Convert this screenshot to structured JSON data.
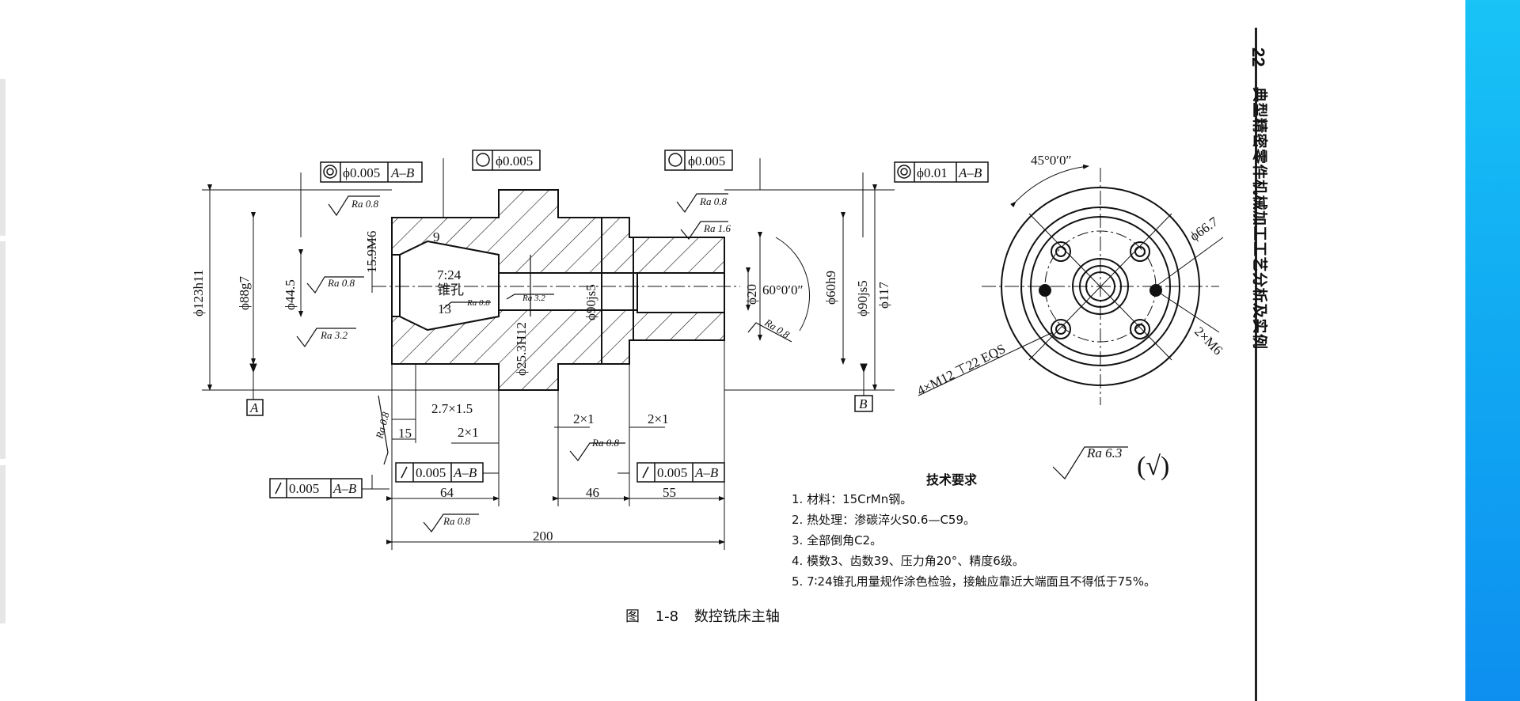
{
  "page": {
    "number": "22",
    "running_head": "典型精密零件机械加工工艺分析及实例"
  },
  "figure": {
    "caption": "图 1-8   数控铣床主轴"
  },
  "tolerances": {
    "fcf_left_top": {
      "value": "ϕ0.005",
      "datum": "A–B"
    },
    "fcf_circ1": {
      "value": "ϕ0.005"
    },
    "fcf_circ2": {
      "value": "ϕ0.005"
    },
    "fcf_right_top": {
      "value": "ϕ0.01",
      "datum": "A–B"
    },
    "fcf_runout1": {
      "value": "0.005",
      "datum": "A–B"
    },
    "fcf_runout2": {
      "value": "0.005",
      "datum": "A–B"
    },
    "fcf_runout3": {
      "value": "0.005",
      "datum": "A–B"
    }
  },
  "datums": {
    "a": "A",
    "b": "B"
  },
  "roughness": {
    "ra08": "Ra 0.8",
    "ra16": "Ra 1.6",
    "ra32": "Ra 3.2",
    "ra63": "Ra 6.3",
    "rest_mark": "(√)"
  },
  "dimensions": {
    "d123": "ϕ123h11",
    "d88": "ϕ88g7",
    "d445": "ϕ44.5",
    "thread_15": "15.9M6",
    "taper": "7:24",
    "taper_hole": "锥孔",
    "n9": "9",
    "n13": "13",
    "d253": "ϕ25.3H12",
    "d90a": "ϕ90js5",
    "d20": "ϕ20",
    "angle60": "60°0′0″",
    "d60": "ϕ60h9",
    "d90b": "ϕ90js5",
    "d117": "ϕ117",
    "c27": "2.7×1.5",
    "n15": "15",
    "c21a": "2×1",
    "c21b": "2×1",
    "c21c": "2×1",
    "n64": "64",
    "n46": "46",
    "n55": "55",
    "n200": "200",
    "angle45": "45°0′0″",
    "d667": "ϕ66.7",
    "m6": "2×M6",
    "m12": "4×M12 ⊤22 EQS"
  },
  "tech_requirements": {
    "title": "技术要求",
    "items": [
      "1. 材料：15CrMn钢。",
      "2. 热处理：渗碳淬火S0.6—C59。",
      "3. 全部倒角C2。",
      "4. 模数3、齿数39、压力角20°、精度6级。",
      "5. 7∶24锥孔用量规作涂色检验，接触应靠近大端面且不得低于75%。"
    ]
  }
}
